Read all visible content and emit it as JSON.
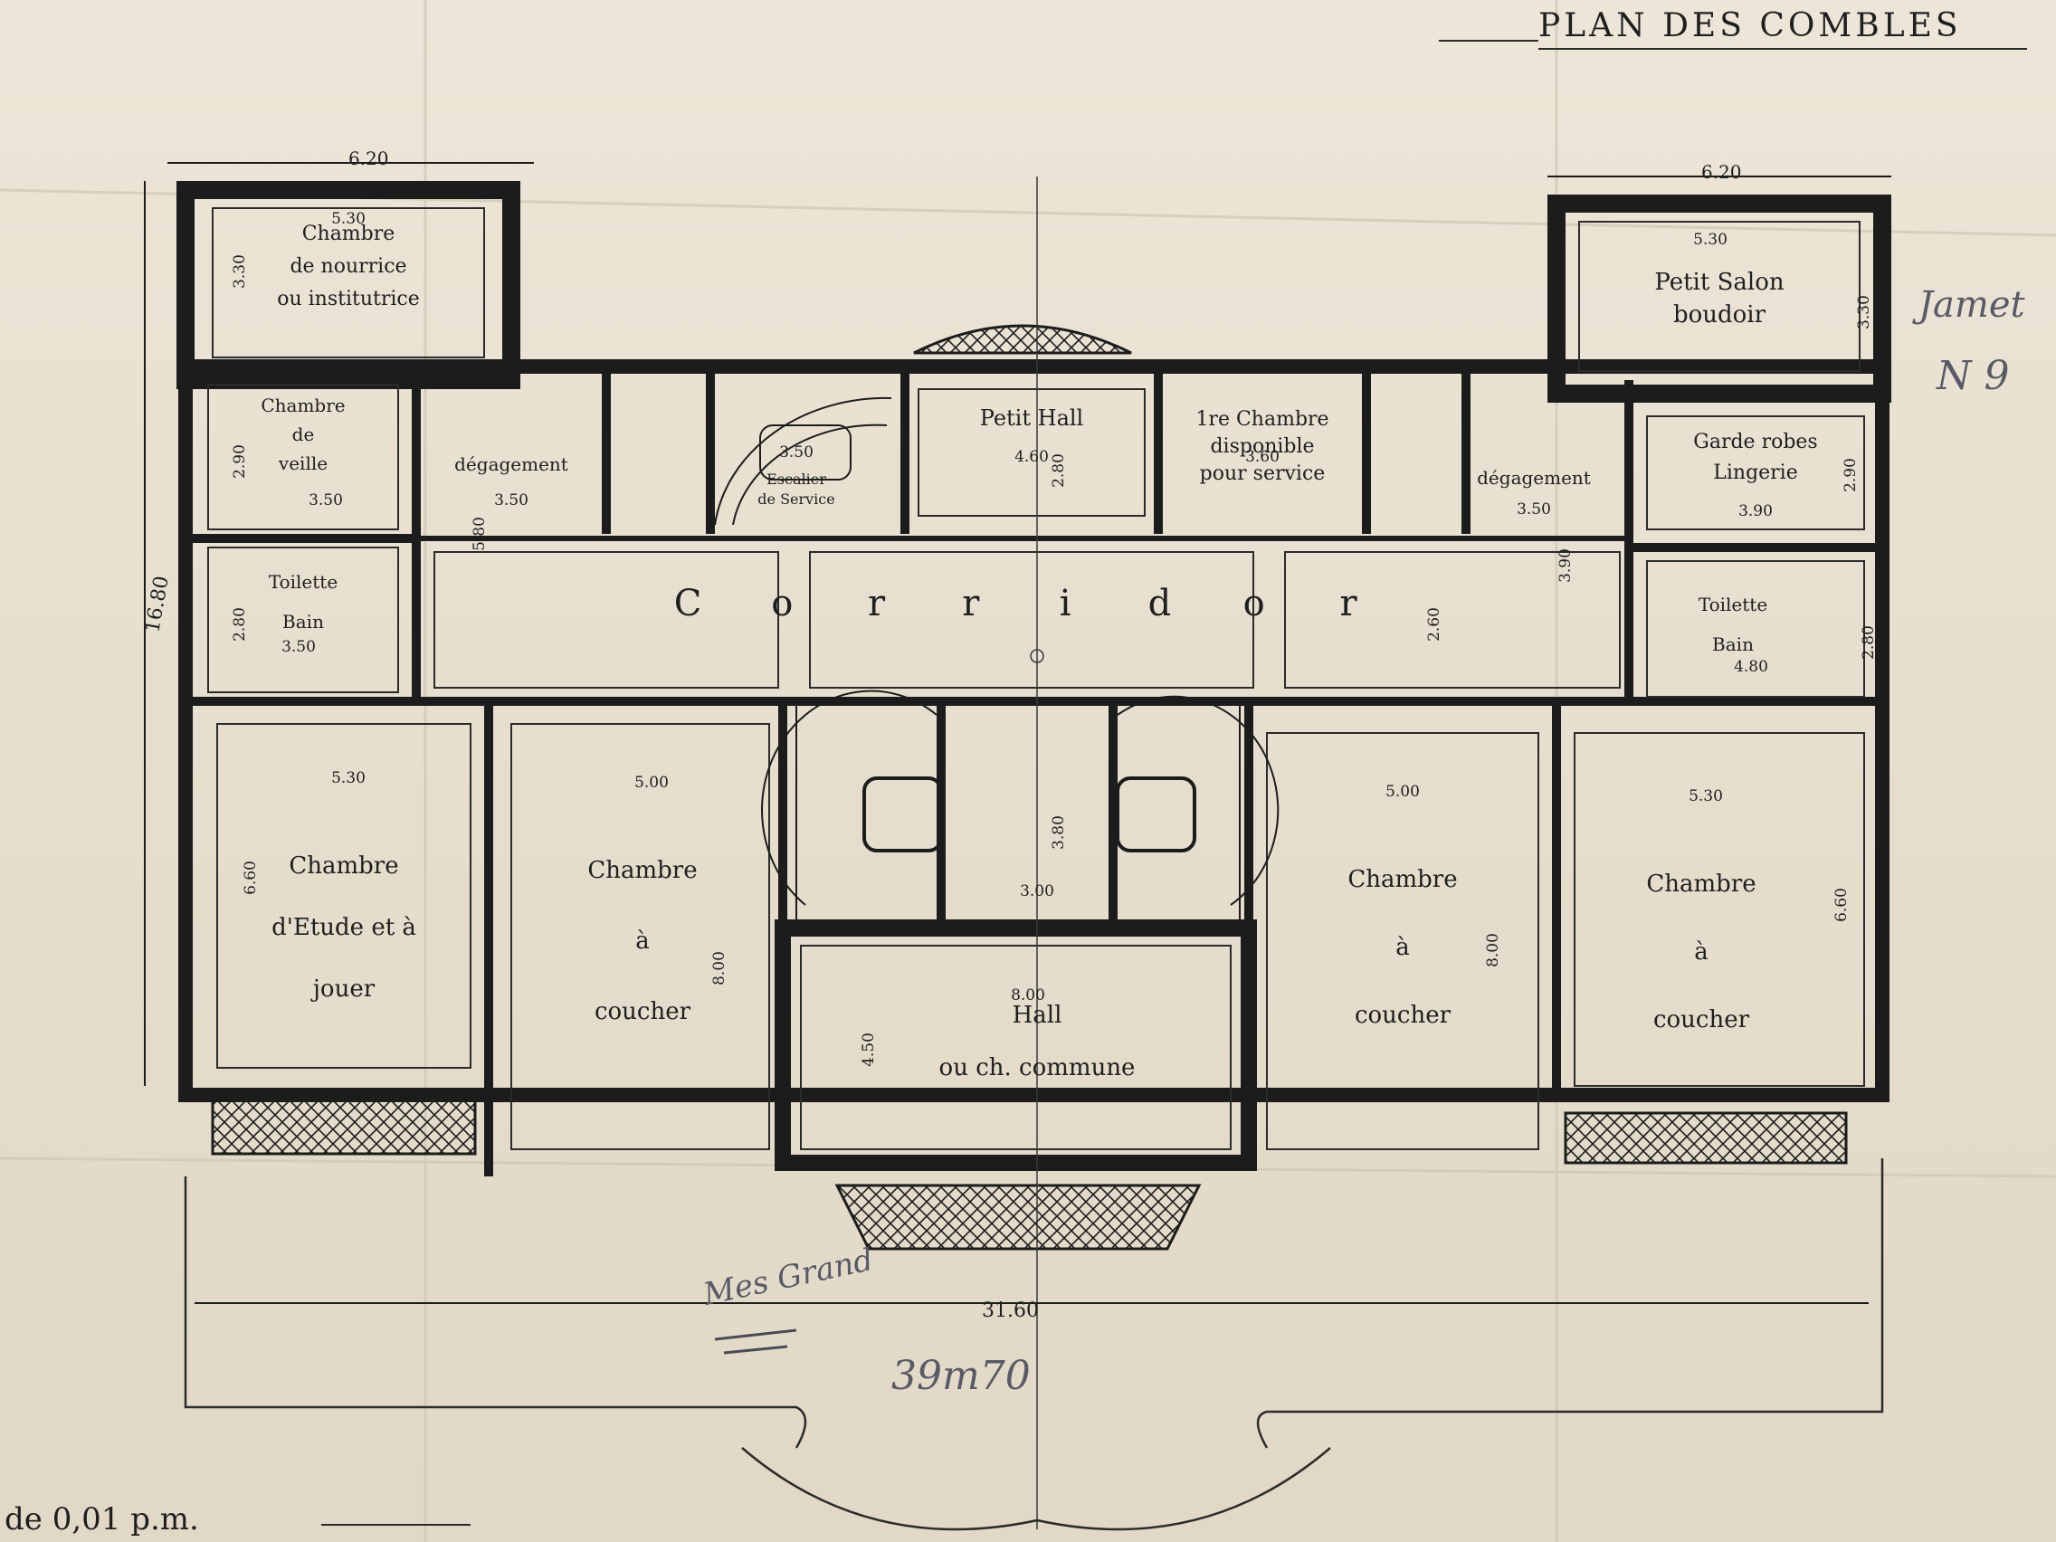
{
  "title": "PLAN DES COMBLES",
  "scale_note": "de 0,01 p.m.",
  "rooms": [
    {
      "id": "nourrice",
      "lines": [
        "Chambre",
        "de nourrice",
        "ou institutrice"
      ],
      "dim_w": "5.30",
      "dim_h": "3.30"
    },
    {
      "id": "veille",
      "lines": [
        "Chambre",
        "de",
        "veille"
      ],
      "dim_w": "3.50",
      "dim_h": "2.90"
    },
    {
      "id": "toilette-left",
      "lines": [
        "Toilette",
        "Bain"
      ],
      "dim_w": "3.50",
      "dim_h": "2.80"
    },
    {
      "id": "degagement-left",
      "lines": [
        "dégagement"
      ],
      "dim_w": "3.50",
      "dim_h": "5.80"
    },
    {
      "id": "escalier",
      "lines": [
        "Escalier",
        "de Service"
      ],
      "dim_w": "3.50"
    },
    {
      "id": "petit-hall",
      "lines": [
        "Petit Hall"
      ],
      "dim_w": "4.60",
      "dim_h": "2.80"
    },
    {
      "id": "premiere-chambre",
      "lines": [
        "1re Chambre",
        "disponible",
        "pour service"
      ],
      "dim_w": "3.60"
    },
    {
      "id": "degagement-right",
      "lines": [
        "dégagement"
      ],
      "dim_w": "3.50",
      "dim_h": "3.90"
    },
    {
      "id": "petit-salon",
      "lines": [
        "Petit Salon",
        "boudoir"
      ],
      "dim_w": "5.30",
      "dim_h": "3.30"
    },
    {
      "id": "garde-robes",
      "lines": [
        "Garde robes",
        "Lingerie"
      ],
      "dim_w": "3.90",
      "dim_h": "2.90"
    },
    {
      "id": "toilette-right",
      "lines": [
        "Toilette",
        "Bain"
      ],
      "dim_w": "4.80",
      "dim_h": "2.80"
    },
    {
      "id": "corridor",
      "lines": [
        "Corridor"
      ],
      "dim_h": "2.60"
    },
    {
      "id": "chambre-etude",
      "lines": [
        "Chambre",
        "d'Etude et à",
        "jouer"
      ],
      "dim_w": "5.30",
      "dim_h": "6.60"
    },
    {
      "id": "chambre-coucher-1",
      "lines": [
        "Chambre",
        "à",
        "coucher"
      ],
      "dim_w": "5.00",
      "dim_h": "8.00"
    },
    {
      "id": "stair-landing",
      "lines": [],
      "dim_w": "3.00",
      "dim_h": "3.80"
    },
    {
      "id": "hall",
      "lines": [
        "Hall",
        "ou ch. commune"
      ],
      "dim_w": "8.00",
      "dim_h": "4.50"
    },
    {
      "id": "chambre-coucher-2",
      "lines": [
        "Chambre",
        "à",
        "coucher"
      ],
      "dim_w": "5.00",
      "dim_h": "8.00"
    },
    {
      "id": "chambre-coucher-3",
      "lines": [
        "Chambre",
        "à",
        "coucher"
      ],
      "dim_w": "5.30",
      "dim_h": "6.60"
    }
  ],
  "dimensions": {
    "left_wing_width": "6.20",
    "right_wing_width": "6.20",
    "overall_depth": "16.80",
    "facade_width": "31.60"
  },
  "annotations": {
    "facade_pencil": "39m70",
    "margin_pencil": [
      "Jamet",
      "N 9"
    ],
    "signature": "Mes Grand"
  },
  "colors": {
    "ink": "#1c1c1c",
    "paper": "#e9e2d3",
    "pencil": "#5a5a66"
  }
}
